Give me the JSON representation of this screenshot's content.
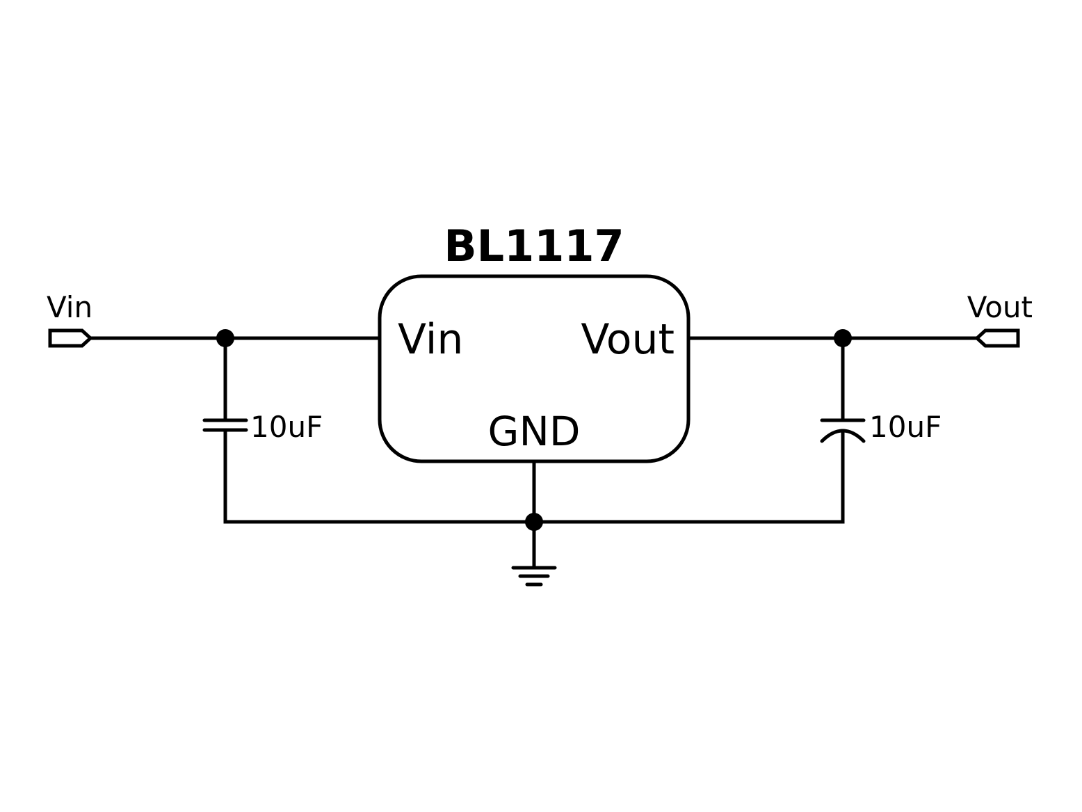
{
  "regulator": {
    "part_name": "BL1117",
    "pin_vin": "Vin",
    "pin_vout": "Vout",
    "pin_gnd": "GND"
  },
  "ports": {
    "input": "Vin",
    "output": "Vout"
  },
  "capacitors": {
    "input_value": "10uF",
    "output_value": "10uF"
  },
  "colors": {
    "ink": "#000000",
    "background": "#ffffff"
  }
}
